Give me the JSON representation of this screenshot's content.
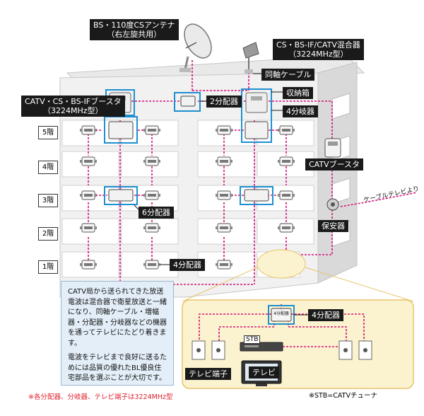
{
  "labels": {
    "bs_antenna": "BS・110度CSアンテナ\n（右左旋共用）",
    "mixer": "CS・BS-IF/CATV混合器\n（3224MHz型）",
    "coax": "同軸ケーブル",
    "booster_top": "CATV・CS・BS-IFブースタ\n（3224MHz型）",
    "splitter2": "2分配器",
    "storage": "収納箱",
    "branch4": "4分岐器",
    "catv_booster": "CATVブースタ",
    "cable_tv_from": "ケーブルテレビより",
    "protector": "保安器",
    "splitter6": "6分配器",
    "splitter4_building": "4分配器",
    "splitter4_detail": "4分配器",
    "stb": "STB",
    "tv_terminal": "テレビ端子",
    "tv": "テレビ",
    "device_text_4": "4分配器"
  },
  "floors": [
    "5階",
    "4階",
    "3階",
    "2階",
    "1階"
  ],
  "note": {
    "p1": "CATV局から送られてきた放送電波は混合器で衛星放送と一緒になり、同軸ケーブル・増幅器・分配器・分岐器などの機器を通ってテレビにたどり着きます。",
    "p2": "電波をテレビまで良好に送るためには品質の優れたBL優良住宅部品を選ぶことが大切です。"
  },
  "footnotes": {
    "left": "※各分配器、分岐器、テレビ端子は3224MHz型",
    "right": "※STB=CATVチューナ"
  },
  "colors": {
    "cable": "#d6127a",
    "highlight": "#1e8fd0",
    "note_bg": "#e3eef8",
    "detail_bg": "#fbf3cf",
    "detail_border": "#e8c46a",
    "building_face": "#f1f1f1",
    "building_side": "#d9d9d9",
    "red_text": "#e0212c"
  }
}
